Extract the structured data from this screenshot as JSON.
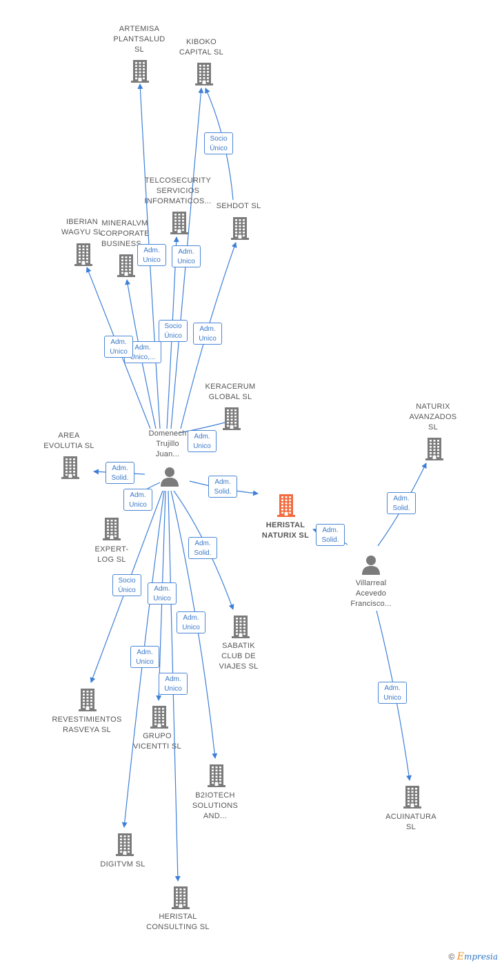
{
  "colors": {
    "edge": "#3d7fd8",
    "building": "#7b7b7b",
    "highlight": "#f26a3d",
    "person": "#7b7b7b"
  },
  "nodes": {
    "artemisa": "ARTEMISA\nPLANTSALUD\nSL",
    "kiboko": "KIBOKO\nCAPITAL  SL",
    "telcosecurity": "TELCOSECURITY\nSERVICIOS\nINFORMATICOS...",
    "sehdot": "SEHDOT SL",
    "iberian": "IBERIAN\nWAGYU  SL",
    "mineralvm": "MINERALVM\nCORPORATE\nBUSINESS...",
    "keracerum": "KERACERUM\nGLOBAL SL",
    "naturix_avanzados": "NATURIX\nAVANZADOS\nSL",
    "area_evolutia": "AREA\nEVOLUTIA SL",
    "domenech": "Domenech\nTrujillo\nJuan...",
    "heristal_naturix": "HERISTAL\nNATURIX  SL",
    "expert_log": "EXPERT-\nLOG  SL",
    "villarreal": "Villarreal\nAcevedo\nFrancisco...",
    "sabatik": "SABATIK\nCLUB DE\nVIAJES  SL",
    "revestimientos": "REVESTIMIENTOS\nRASVEYA  SL",
    "grupo_vicentti": "GRUPO\nVICENTTI SL",
    "b2iotech": "B2IOTECH\nSOLUTIONS\nAND...",
    "acuinatura": "ACUINATURA\nSL",
    "digitvm": "DIGITVM  SL",
    "heristal_consulting": "HERISTAL\nCONSULTING SL"
  },
  "tags": {
    "socio_unico_kiboko": "Socio\nÚnico",
    "adm_unico_telco": "Adm.\nUnico",
    "adm_unico_kiboko": "Adm.\nUnico",
    "socio_unico_center": "Socio\nÚnico",
    "adm_unico_sehdot": "Adm.\nUnico",
    "adm_unico_iberian": "Adm.\nUnico",
    "adm_unico_mineral": "Adm.\nUnico,...",
    "adm_unico_keracerum": "Adm.\nUnico",
    "adm_solid_area": "Adm.\nSolid.",
    "adm_unico_expert": "Adm.\nUnico",
    "adm_solid_heristal": "Adm.\nSolid.",
    "adm_solid_villarreal_heristal": "Adm.\nSolid.",
    "adm_solid_naturix": "Adm.\nSolid.",
    "adm_solid_sabatik": "Adm.\nSolid.",
    "socio_unico_revest": "Socio\nÚnico",
    "adm_unico_vicentti": "Adm.\nUnico",
    "adm_unico_b2iotech": "Adm.\nUnico",
    "adm_unico_digitvm": "Adm.\nUnico",
    "adm_unico_consulting": "Adm.\nUnico",
    "adm_unico_acuinatura": "Adm.\nUnico"
  },
  "footer": {
    "copyright": "©",
    "brand_e": "E",
    "brand_rest": "mpresia"
  }
}
